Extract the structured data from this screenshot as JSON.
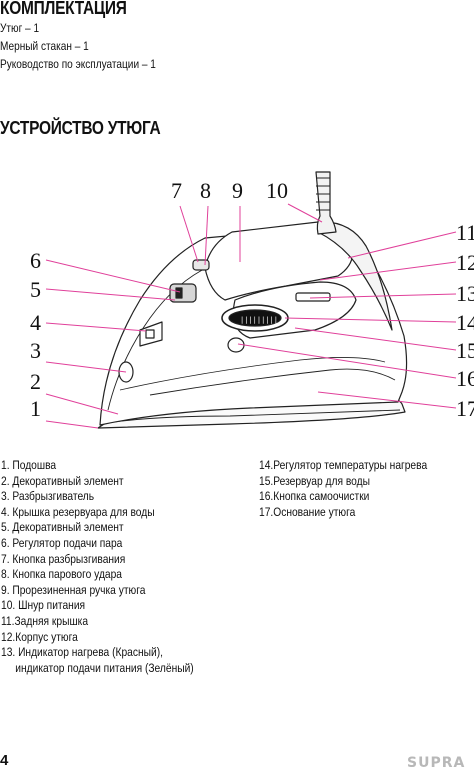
{
  "sections": {
    "package_title": "КОМПЛЕКТАЦИЯ",
    "package_items": [
      "Утюг – 1",
      "Мерный стакан – 1",
      "Руководство по эксплуатации – 1"
    ],
    "device_title": "УСТРОЙСТВО УТЮГА"
  },
  "diagram": {
    "callouts": [
      "1",
      "2",
      "3",
      "4",
      "5",
      "6",
      "7",
      "8",
      "9",
      "10",
      "11",
      "12",
      "13",
      "14",
      "15",
      "16",
      "17"
    ],
    "dial_marks": "|||||||||"
  },
  "parts_left": [
    "1. Подошва",
    "2. Декоративный элемент",
    "3. Разбрызгиватель",
    "4. Крышка резервуара для воды",
    "5. Декоративный элемент",
    "6. Регулятор подачи пара",
    "7. Кнопка разбрызгивания",
    "8. Кнопка парового удара",
    "9. Прорезиненная ручка утюга",
    "10. Шнур питания",
    "11.Задняя крышка",
    "12.Корпус утюга",
    "13. Индикатор нагрева (Красный),",
    "индикатор подачи питания (Зелёный)"
  ],
  "parts_right": [
    "14.Регулятор температуры нагрева",
    "15.Резервуар для воды",
    "16.Кнопка самоочистки",
    "17.Основание утюга"
  ],
  "footer": {
    "page_number": "4",
    "brand": "SUPRA"
  },
  "colors": {
    "text": "#111111",
    "callout_lines": "#e0409a",
    "brand": "#b8b8b8"
  }
}
